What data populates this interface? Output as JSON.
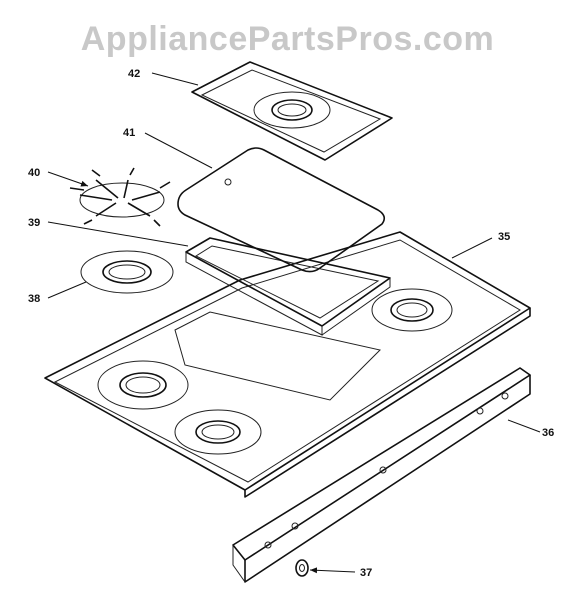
{
  "watermark": "AppliancePartsPros.com",
  "callouts": {
    "c35": "35",
    "c36": "36",
    "c37": "37",
    "c38": "38",
    "c39": "39",
    "c40": "40",
    "c41": "41",
    "c42": "42"
  }
}
